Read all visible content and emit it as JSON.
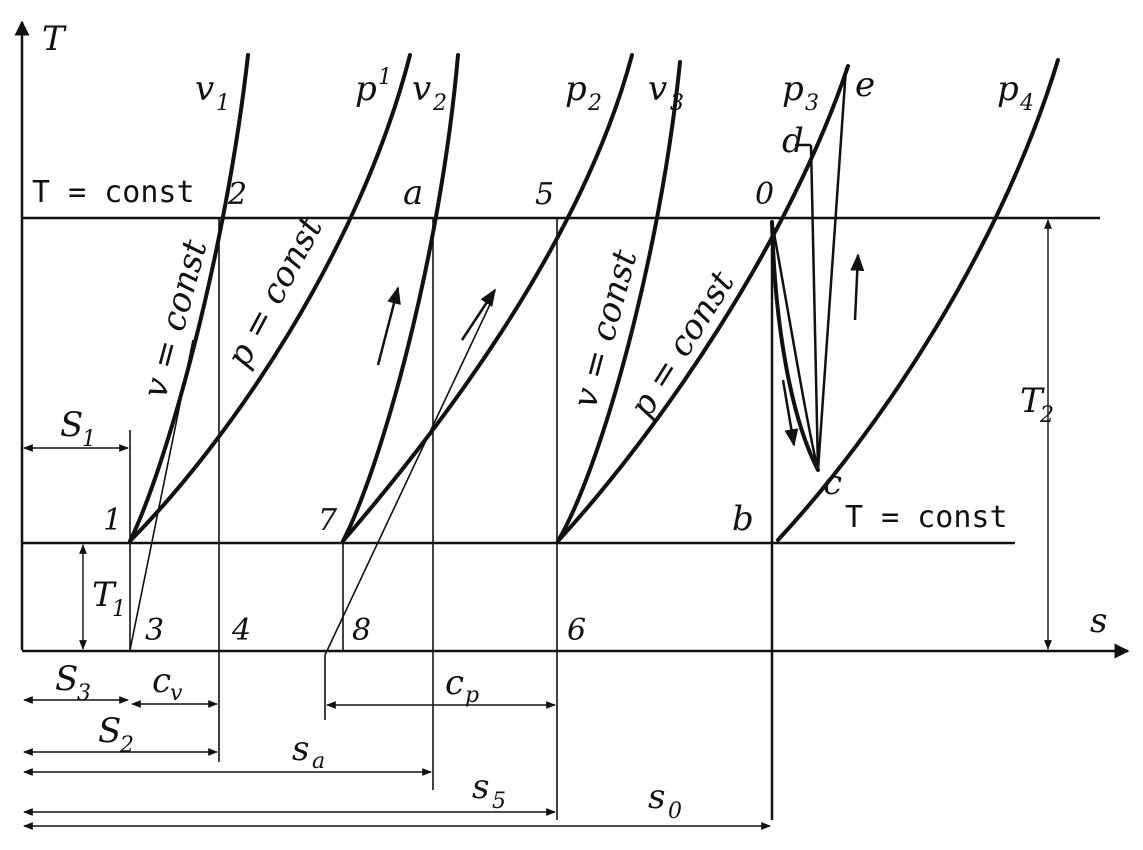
{
  "axes": {
    "y_label": "T",
    "x_label": "s"
  },
  "isotherms": {
    "upper": "T = const",
    "lower": "T = const"
  },
  "curves": {
    "v1": "v",
    "v1_sub": "1",
    "p1": "p",
    "p1_sub": "1",
    "v2": "v",
    "v2_sub": "2",
    "p2": "p",
    "p2_sub": "2",
    "v3": "v",
    "v3_sub": "3",
    "p3": "p",
    "p3_sub": "3",
    "p4": "p",
    "p4_sub": "4",
    "e": "e"
  },
  "curve_annotations": {
    "v_const_1": "v = const",
    "p_const_1": "p = const",
    "v_const_2": "v = const",
    "p_const_2": "p = const"
  },
  "points": {
    "p1": "1",
    "p2": "2",
    "p3": "3",
    "p4": "4",
    "p5": "5",
    "p6": "6",
    "p7": "7",
    "p8": "8",
    "a": "a",
    "b": "b",
    "c": "c",
    "d": "d",
    "O": "0"
  },
  "dimensions": {
    "S1": "S",
    "S1_sub": "1",
    "S2": "S",
    "S2_sub": "2",
    "S3": "S",
    "S3_sub": "3",
    "sa": "s",
    "sa_sub": "a",
    "s5": "s",
    "s5_sub": "5",
    "s0": "s",
    "s0_sub": "0",
    "cv": "c",
    "cv_sub": "v",
    "cp": "c",
    "cp_sub": "p",
    "T1": "T",
    "T1_sub": "1",
    "T2": "T",
    "T2_sub": "2"
  }
}
